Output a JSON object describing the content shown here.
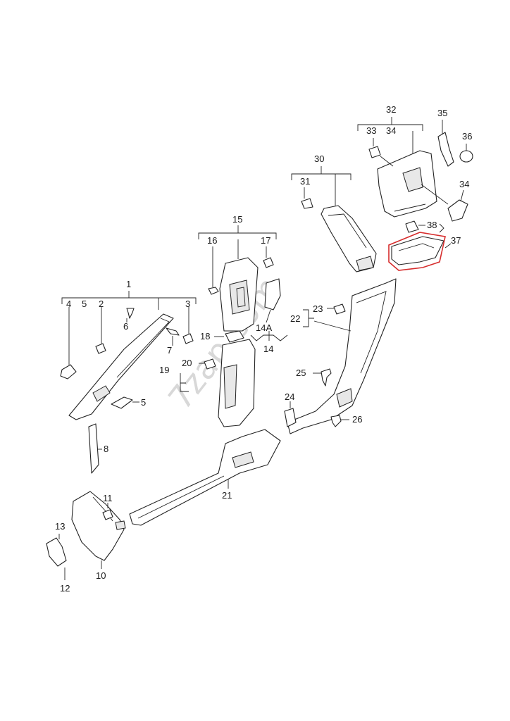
{
  "watermark": "7zap.com",
  "highlight_color": "#d62d2d",
  "callouts": {
    "c1": "1",
    "c2": "2",
    "c3": "3",
    "c4": "4",
    "c5a": "5",
    "c5b": "5",
    "c6": "6",
    "c7": "7",
    "c8": "8",
    "c10": "10",
    "c11": "11",
    "c12": "12",
    "c13": "13",
    "c14": "14",
    "c14a": "14A",
    "c15": "15",
    "c16": "16",
    "c17": "17",
    "c18": "18",
    "c19": "19",
    "c20": "20",
    "c21": "21",
    "c22": "22",
    "c23": "23",
    "c24": "24",
    "c25": "25",
    "c26": "26",
    "c30": "30",
    "c31": "31",
    "c32": "32",
    "c33": "33",
    "c34a": "34",
    "c34b": "34",
    "c35": "35",
    "c36": "36",
    "c37": "37",
    "c38": "38"
  }
}
